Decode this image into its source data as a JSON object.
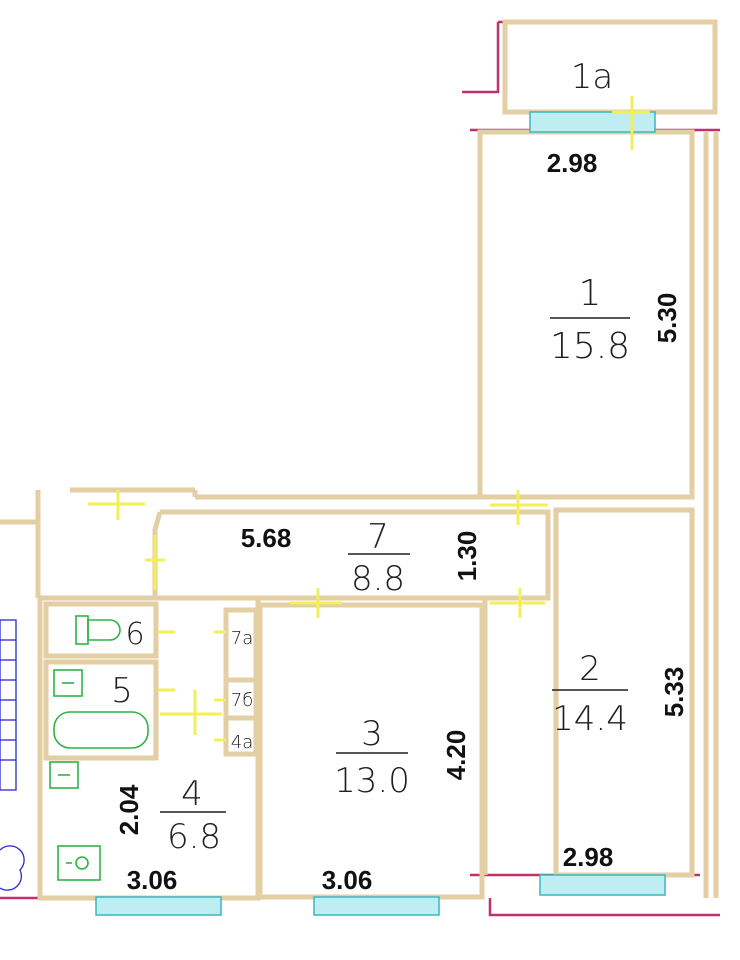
{
  "rooms": [
    {
      "id": "1a",
      "number": "1a",
      "area": ""
    },
    {
      "id": "1",
      "number": "1",
      "area": "15.8"
    },
    {
      "id": "2",
      "number": "2",
      "area": "14.4"
    },
    {
      "id": "3",
      "number": "3",
      "area": "13.0"
    },
    {
      "id": "4",
      "number": "4",
      "area": "6.8"
    },
    {
      "id": "5",
      "number": "5",
      "area": ""
    },
    {
      "id": "6",
      "number": "6",
      "area": ""
    },
    {
      "id": "7",
      "number": "7",
      "area": "8.8"
    },
    {
      "id": "7a",
      "number": "7a",
      "area": ""
    },
    {
      "id": "7b",
      "number": "7б",
      "area": ""
    },
    {
      "id": "4a",
      "number": "4a",
      "area": ""
    }
  ],
  "dimensions": {
    "balcony_width": "2.98",
    "room1_length": "5.30",
    "room2_length": "5.33",
    "room2_width": "2.98",
    "room3_length": "4.20",
    "room3_width": "3.06",
    "room4_width": "3.06",
    "room4_length": "2.04",
    "corridor_length": "5.68",
    "corridor_width": "1.30"
  },
  "colors": {
    "wall": "#e3cfa3",
    "exterior": "#c0306a",
    "window": "#3ab7c2",
    "door": "#f2ef58",
    "fixture": "#2fb347",
    "stair": "#2a2ad0"
  }
}
